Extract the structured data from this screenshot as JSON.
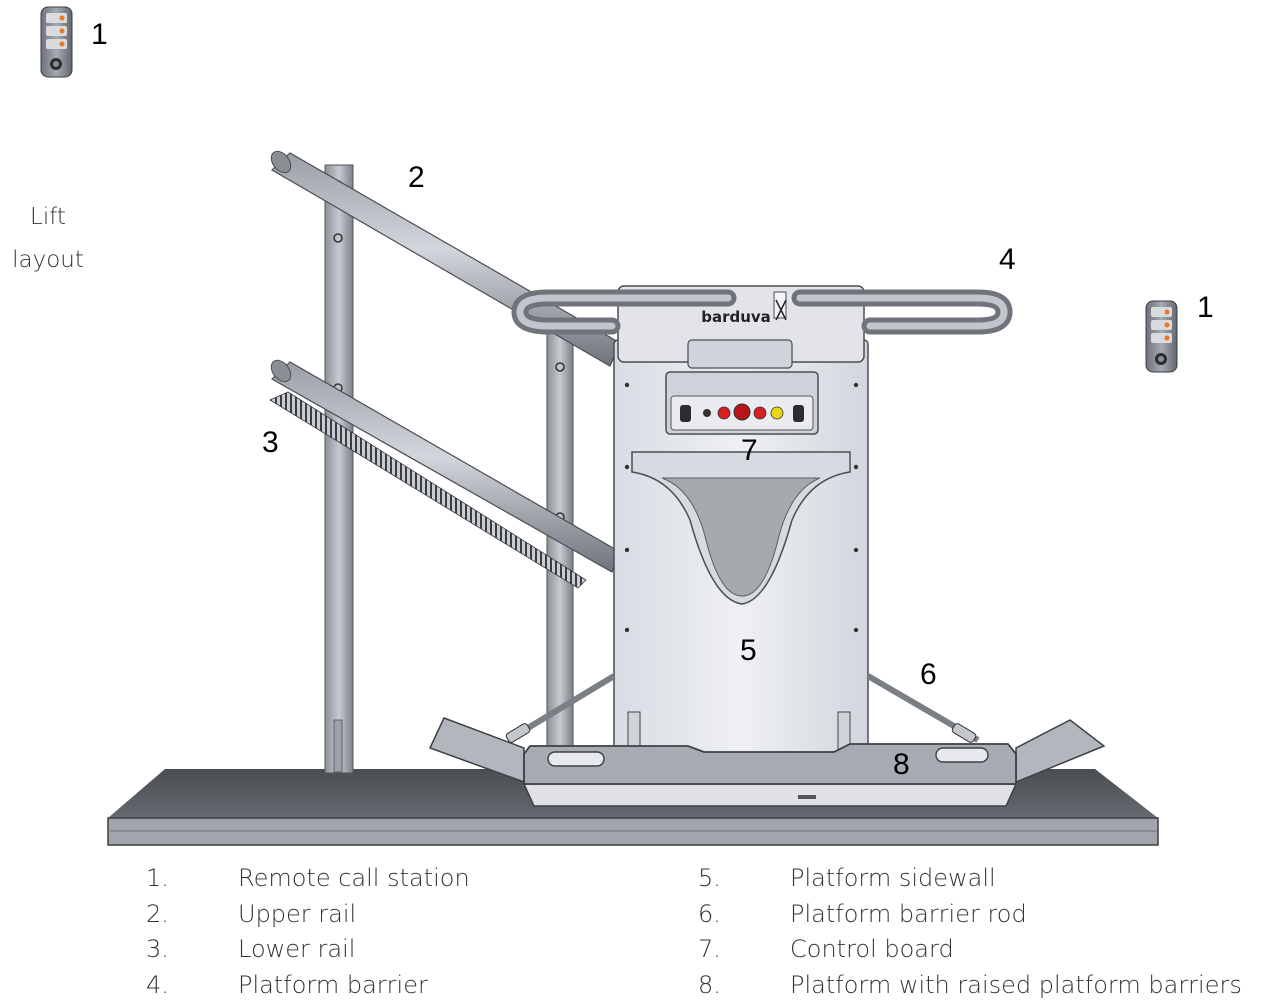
{
  "side_title": {
    "line1": "Lift",
    "line2": "layout"
  },
  "callouts": {
    "remote_top": "1",
    "upper_rail": "2",
    "lower_rail": "3",
    "platform_barrier": "4",
    "platform_sidewall": "5",
    "barrier_rod": "6",
    "control_board": "7",
    "platform": "8",
    "remote_right": "1"
  },
  "logo_text": "barduva",
  "legend": {
    "left": [
      {
        "num": "1.",
        "label": "Remote call station"
      },
      {
        "num": "2.",
        "label": "Upper rail"
      },
      {
        "num": "3.",
        "label": "Lower rail"
      },
      {
        "num": "4.",
        "label": "Platform barrier"
      }
    ],
    "right": [
      {
        "num": "5.",
        "label": "Platform sidewall"
      },
      {
        "num": "6.",
        "label": "Platform barrier rod"
      },
      {
        "num": "7.",
        "label": "Control board"
      },
      {
        "num": "8.",
        "label": "Platform with raised platform barriers"
      }
    ]
  },
  "colors": {
    "metal": "#b8bcc4",
    "metal_dark": "#7f848c",
    "floor": "#5d6166",
    "panel": "#e6e8ee",
    "button_red": "#d42020",
    "button_yellow": "#e8d51a",
    "remote_orange": "#e87828"
  }
}
